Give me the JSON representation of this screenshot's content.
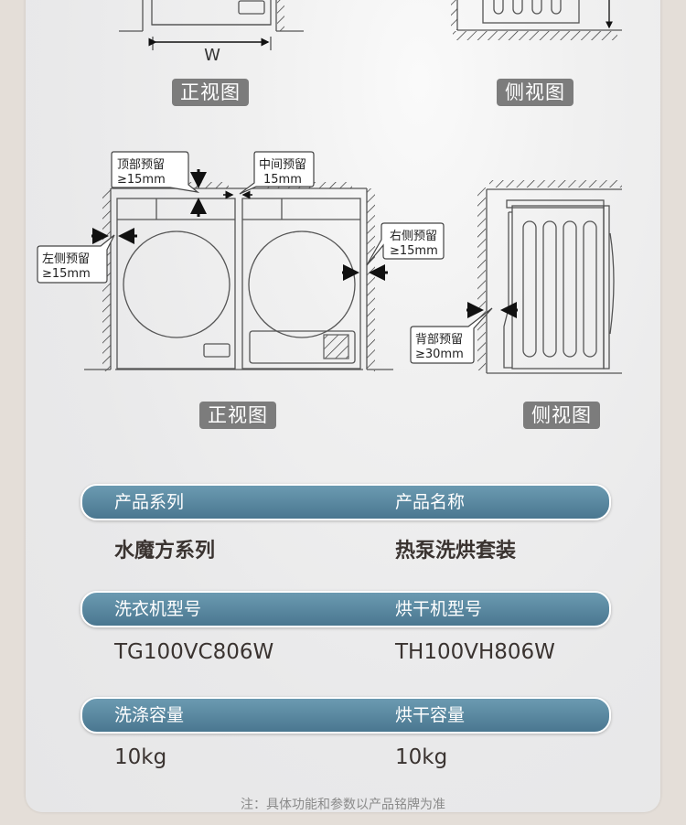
{
  "diagrams": {
    "top_width_label": "W",
    "top_front_view_label": "正视图",
    "top_side_view_label": "侧视图",
    "front_view_label": "正视图",
    "side_view_label": "侧视图",
    "callouts": {
      "top": {
        "title": "顶部预留",
        "value": "≥15mm"
      },
      "middle": {
        "title": "中间预留",
        "value": "15mm"
      },
      "left": {
        "title": "左侧预留",
        "value": "≥15mm"
      },
      "right": {
        "title": "右侧预留",
        "value": "≥15mm"
      },
      "back": {
        "title": "背部预留",
        "value": "≥30mm"
      }
    }
  },
  "specs": [
    {
      "left_label": "产品系列",
      "left_value": "水魔方系列",
      "right_label": "产品名称",
      "right_value": "热泵洗烘套装"
    },
    {
      "left_label": "洗衣机型号",
      "left_value": "TG100VC806W",
      "right_label": "烘干机型号",
      "right_value": "TH100VH806W"
    },
    {
      "left_label": "洗涤容量",
      "left_value": "10kg",
      "right_label": "烘干容量",
      "right_value": "10kg"
    }
  ],
  "note": "注：具体功能和参数以产品铭牌为准",
  "colors": {
    "bar": "#5a88a0",
    "tag": "#7c7c7c",
    "text": "#3a3330"
  }
}
